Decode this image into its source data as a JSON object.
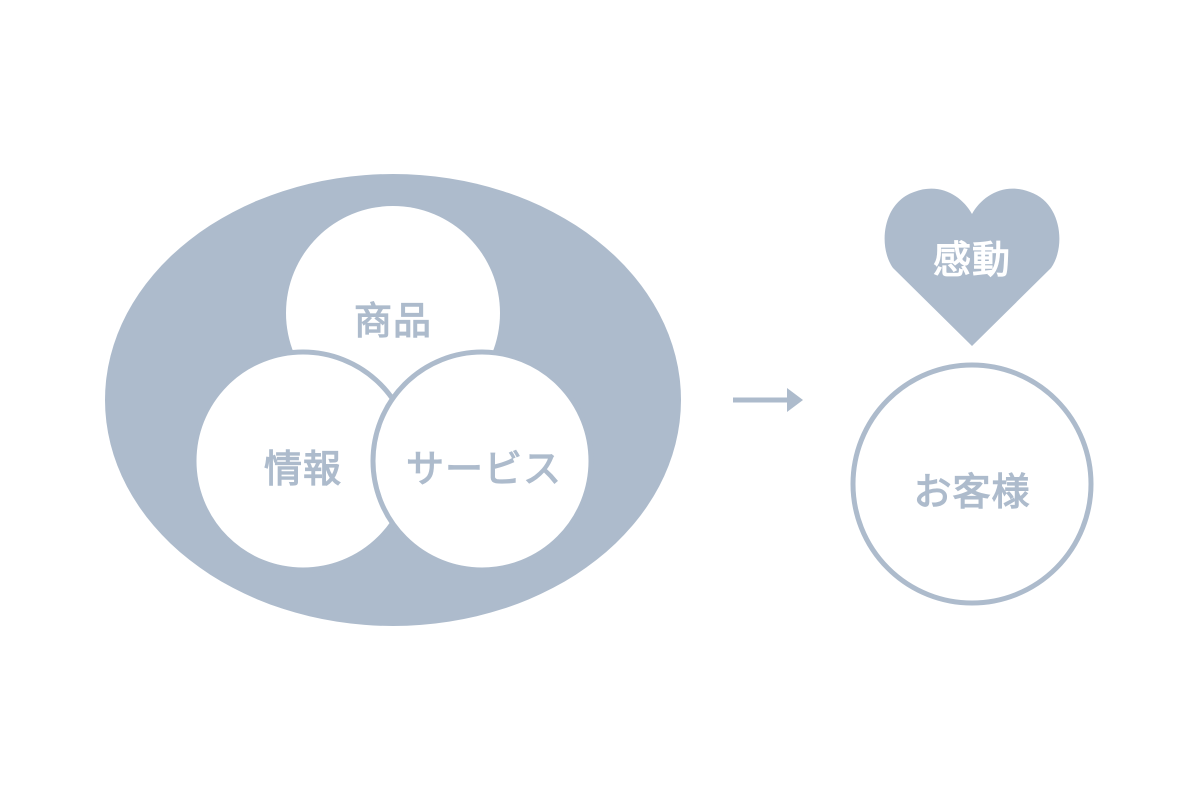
{
  "diagram": {
    "nodes": {
      "product": "商品",
      "info": "情報",
      "service": "サービス",
      "customer": "お客様",
      "emotion": "感動"
    },
    "edges": [
      {
        "from": "group",
        "to": "customer",
        "type": "arrow"
      }
    ]
  },
  "colors": {
    "accent": "#adbbcc",
    "background": "#ffffff"
  }
}
